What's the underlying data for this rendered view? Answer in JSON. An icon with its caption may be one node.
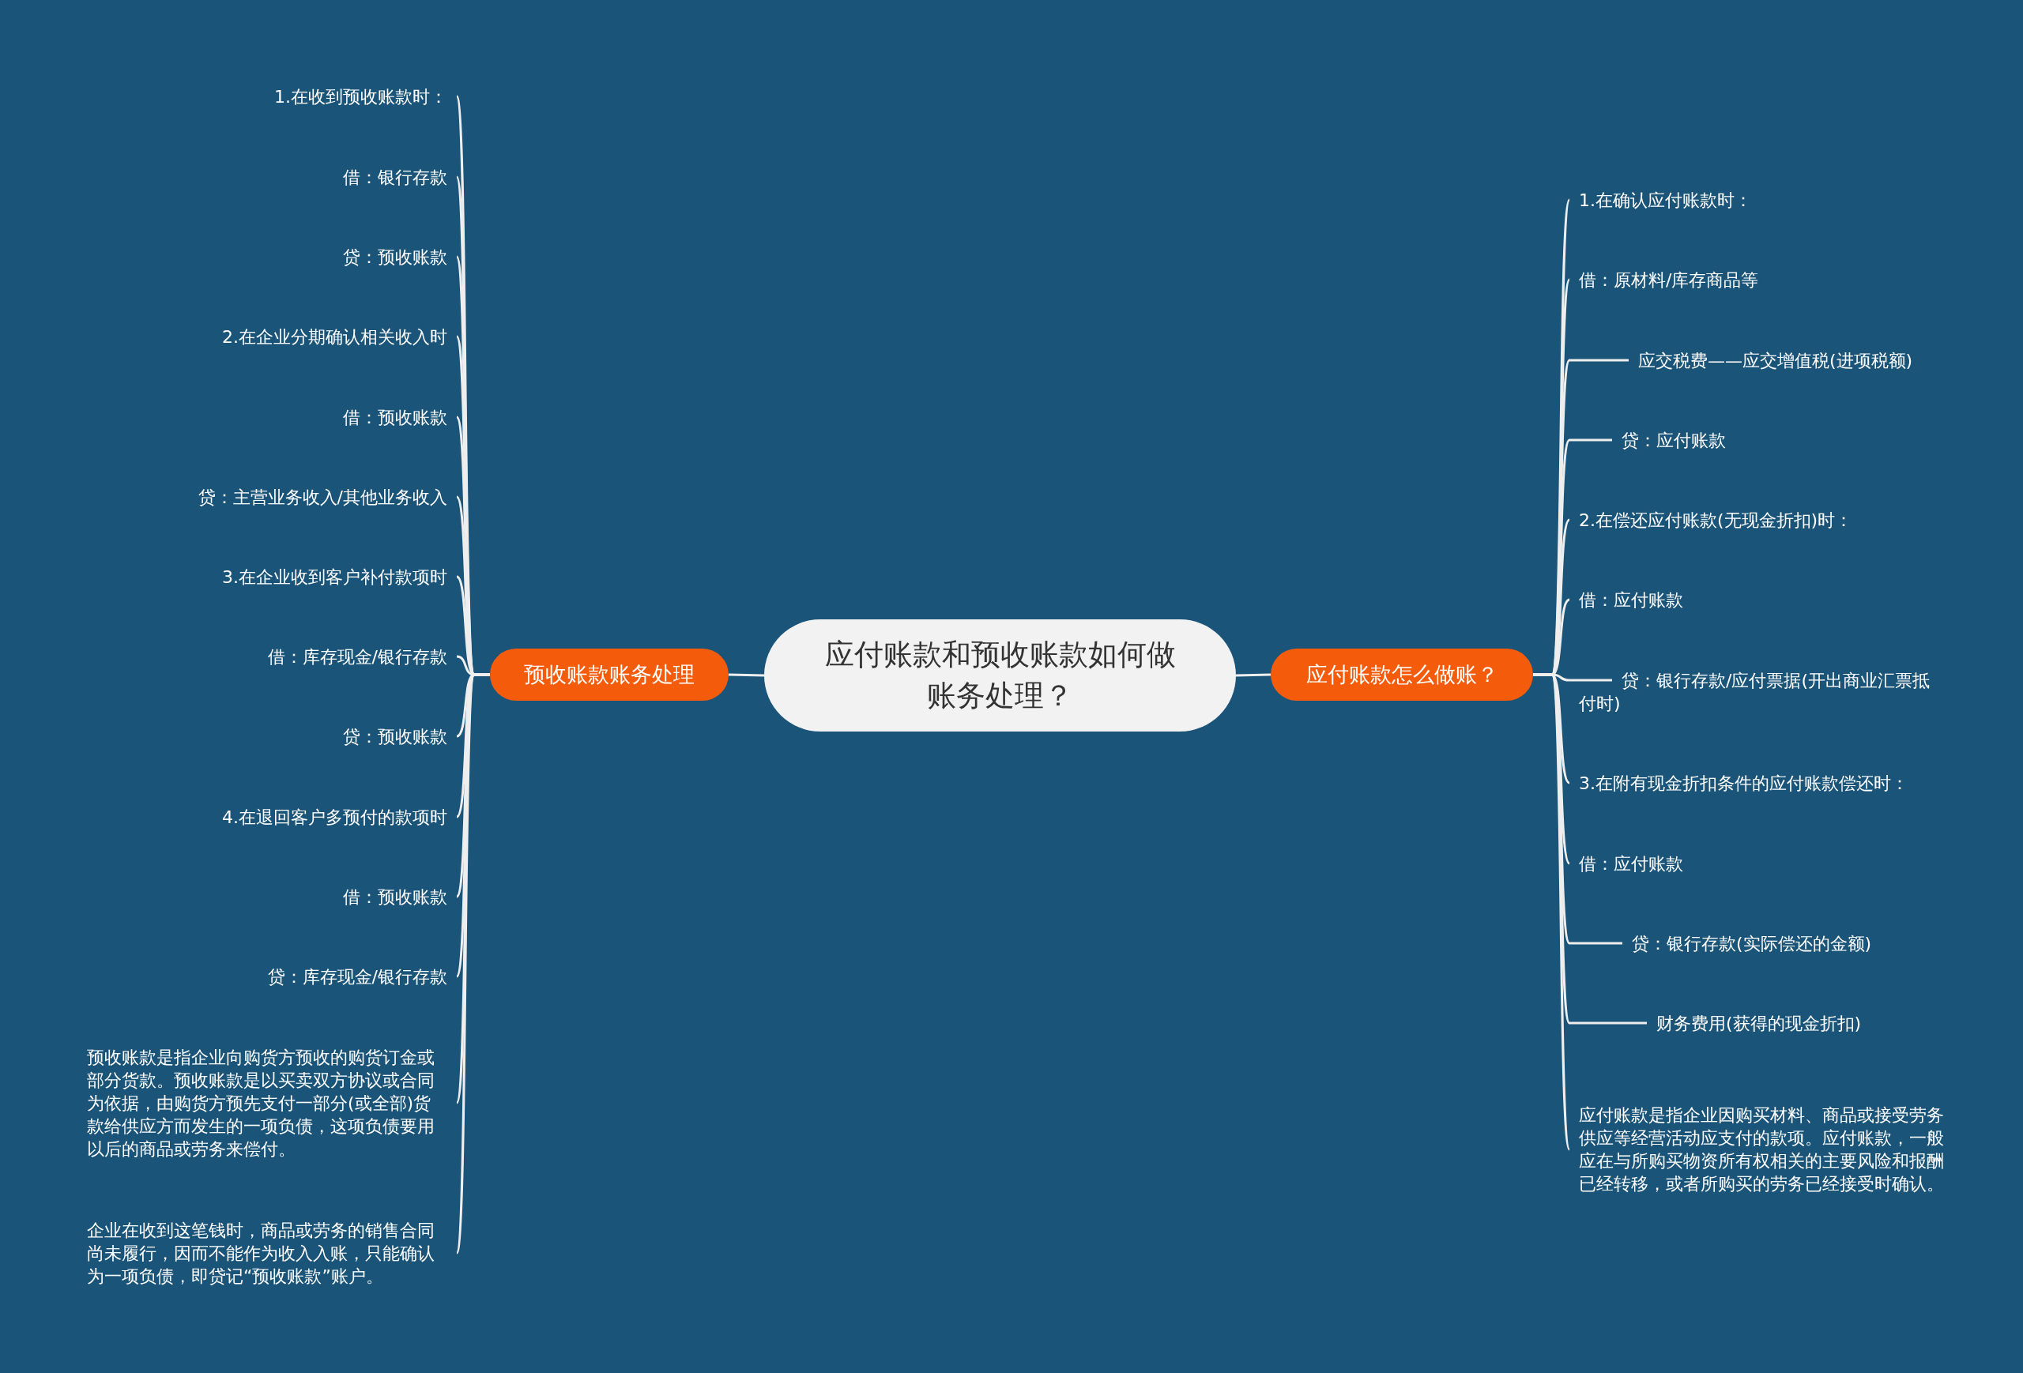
{
  "diagram": {
    "nodes": [
      {
        "text": [
          "应付账款和预收账款如何做账务处理？"
        ]
      },
      {
        "text": [
          "预收账款账务处理"
        ]
      },
      {
        "text": [
          "应付账款怎么做账？"
        ]
      },
      {
        "text": [
          "1.在收到预收账款时："
        ]
      },
      {
        "text": [
          "借：银行存款"
        ]
      },
      {
        "text": [
          "贷：预收账款"
        ]
      },
      {
        "text": [
          "2.在企业分期确认相关收入时"
        ]
      },
      {
        "text": [
          "借：预收账款"
        ]
      },
      {
        "text": [
          "贷：主营业务收入/其他业务收入"
        ]
      },
      {
        "text": [
          "3.在企业收到客户补付款项时"
        ]
      },
      {
        "text": [
          "借：库存现金/银行存款"
        ]
      },
      {
        "text": [
          "贷：预收账款"
        ]
      },
      {
        "text": [
          "4.在退回客户多预付的款项时"
        ]
      },
      {
        "text": [
          "借：预收账款"
        ]
      },
      {
        "text": [
          "贷：库存现金/银行存款"
        ]
      },
      {
        "text": [
          "预收账款是指企业向购货方预收的购货订金或部分货款。预收账款是以买卖双方协议或合同为依据，由购货方预先支付一部分(或全部)货款给供应方而发生的一项负债，这项负债要用以后的商品或劳务来偿付。"
        ]
      },
      {
        "text": [
          "企业在收到这笔钱时，商品或劳务的销售合同尚未履行，因而不能作为收入入账，只能确认为一项负债，即贷记“预收账款”账户。"
        ]
      },
      {
        "text": [
          "1.在确认应付账款时："
        ]
      },
      {
        "text": [
          "借：原材料/库存商品等"
        ]
      },
      {
        "text": [
          "应交税费——应交增值税(进项税额)"
        ]
      },
      {
        "text": [
          "贷：应付账款"
        ]
      },
      {
        "text": [
          "2.在偿还应付账款(无现金折扣)时："
        ]
      },
      {
        "text": [
          "借：应付账款"
        ]
      },
      {
        "text": [
          "贷：银行存款/应付票据(开出商业汇票抵付时)"
        ]
      },
      {
        "text": [
          "3.在附有现金折扣条件的应付账款偿还时："
        ]
      },
      {
        "text": [
          "借：应付账款"
        ]
      },
      {
        "text": [
          "贷：银行存款(实际偿还的金额)"
        ]
      },
      {
        "text": [
          "财务费用(获得的现金折扣)"
        ]
      },
      {
        "text": [
          "应付账款是指企业因购买材料、商品或接受劳务供应等经营活动应支付的款项。应付账款，一般应在与所购买物资所有权相关的主要风险和报酬已经转移，或者所购买的劳务已经接受时确认。"
        ]
      }
    ],
    "edges": [
      {
        "from": 0,
        "to": 1,
        "arrow": "none"
      },
      {
        "from": 0,
        "to": 2,
        "arrow": "none"
      },
      {
        "from": 1,
        "to": 3,
        "arrow": "none"
      },
      {
        "from": 1,
        "to": 4,
        "arrow": "none"
      },
      {
        "from": 1,
        "to": 5,
        "arrow": "none"
      },
      {
        "from": 1,
        "to": 6,
        "arrow": "none"
      },
      {
        "from": 1,
        "to": 7,
        "arrow": "none"
      },
      {
        "from": 1,
        "to": 8,
        "arrow": "none"
      },
      {
        "from": 1,
        "to": 9,
        "arrow": "none"
      },
      {
        "from": 1,
        "to": 10,
        "arrow": "none"
      },
      {
        "from": 1,
        "to": 11,
        "arrow": "none"
      },
      {
        "from": 1,
        "to": 12,
        "arrow": "none"
      },
      {
        "from": 1,
        "to": 13,
        "arrow": "none"
      },
      {
        "from": 1,
        "to": 14,
        "arrow": "none"
      },
      {
        "from": 1,
        "to": 15,
        "arrow": "none"
      },
      {
        "from": 1,
        "to": 16,
        "arrow": "none"
      },
      {
        "from": 2,
        "to": 17,
        "arrow": "none"
      },
      {
        "from": 2,
        "to": 18,
        "arrow": "none"
      },
      {
        "from": 2,
        "to": 19,
        "arrow": "none"
      },
      {
        "from": 2,
        "to": 20,
        "arrow": "none"
      },
      {
        "from": 2,
        "to": 21,
        "arrow": "none"
      },
      {
        "from": 2,
        "to": 22,
        "arrow": "none"
      },
      {
        "from": 2,
        "to": 23,
        "arrow": "none"
      },
      {
        "from": 2,
        "to": 24,
        "arrow": "none"
      },
      {
        "from": 2,
        "to": 25,
        "arrow": "none"
      },
      {
        "from": 2,
        "to": 26,
        "arrow": "none"
      },
      {
        "from": 2,
        "to": 27,
        "arrow": "none"
      },
      {
        "from": 2,
        "to": 28,
        "arrow": "none"
      }
    ]
  }
}
